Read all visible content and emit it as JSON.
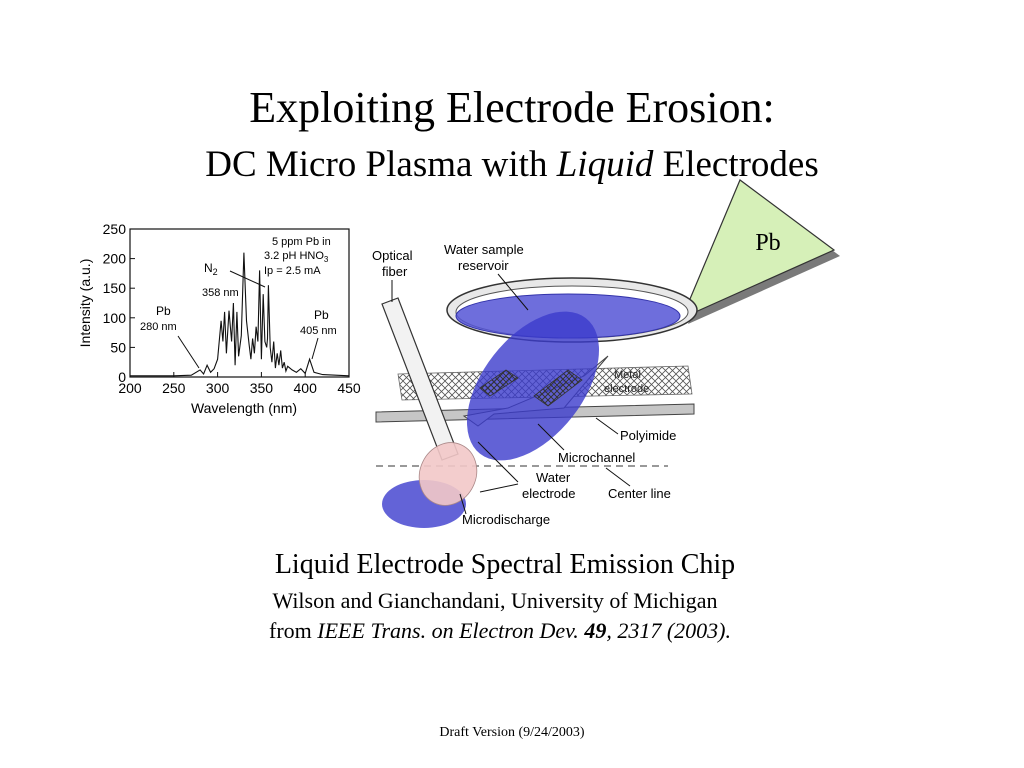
{
  "title": {
    "line1": "Exploiting Electrode Erosion:",
    "line2_pre": "DC Micro Plasma with ",
    "line2_italic": "Liquid",
    "line2_post": " Electrodes"
  },
  "callout": {
    "label": "Pb"
  },
  "chart_data": {
    "type": "line",
    "xlabel": "Wavelength (nm)",
    "ylabel": "Intensity (a.u.)",
    "xlim": [
      200,
      450
    ],
    "ylim": [
      0,
      250
    ],
    "xticks": [
      "200",
      "250",
      "300",
      "350",
      "400",
      "450"
    ],
    "yticks": [
      "0",
      "50",
      "100",
      "150",
      "200",
      "250"
    ],
    "series": [
      {
        "x": [
          200,
          250,
          270,
          280,
          284,
          288,
          292,
          296,
          300,
          304,
          306,
          308,
          310,
          313,
          316,
          318,
          320,
          322,
          324,
          327,
          330,
          333,
          336,
          338,
          340,
          342,
          344,
          346,
          348,
          350,
          352,
          354,
          356,
          357,
          358,
          360,
          362,
          364,
          366,
          368,
          370,
          372,
          374,
          376,
          378,
          380,
          385,
          390,
          395,
          400,
          405,
          410,
          420,
          450
        ],
        "values": [
          2,
          2,
          3,
          12,
          5,
          20,
          8,
          14,
          30,
          95,
          60,
          110,
          40,
          112,
          60,
          125,
          20,
          110,
          35,
          70,
          210,
          95,
          55,
          30,
          65,
          40,
          85,
          60,
          180,
          30,
          140,
          60,
          50,
          65,
          155,
          50,
          25,
          60,
          15,
          40,
          20,
          45,
          15,
          25,
          10,
          18,
          12,
          8,
          14,
          6,
          30,
          8,
          4,
          2
        ]
      }
    ],
    "annotations": {
      "conditions": [
        "5 ppm Pb in",
        "3.2 pH  HNO",
        "Ip = 2.5 mA"
      ],
      "conditions_sub": "3",
      "n2_label": "N",
      "n2_sub": "2",
      "n2_nm": "358 nm",
      "pb280_label": "Pb",
      "pb280_nm": "280 nm",
      "pb405_label": "Pb",
      "pb405_nm": "405 nm"
    }
  },
  "diagram": {
    "optical_fiber": [
      "Optical",
      "fiber"
    ],
    "water_sample_reservoir": [
      "Water sample",
      "reservoir"
    ],
    "metal_electrode": [
      "Metal",
      "electrode"
    ],
    "polyimide": "Polyimide",
    "microchannel": "Microchannel",
    "water_electrode": [
      "Water",
      "electrode"
    ],
    "center_line": "Center line",
    "microdischarge": "Microdischarge"
  },
  "caption": {
    "main": "Liquid Electrode Spectral Emission Chip",
    "authors": "Wilson and Gianchandani, University of Michigan",
    "ref_pre": "from ",
    "ref_journal": "IEEE Trans. on Electron Dev. ",
    "ref_volume": "49",
    "ref_post": ", 2317 (2003)."
  },
  "footer": {
    "text": "Draft Version (9/24/2003)"
  }
}
